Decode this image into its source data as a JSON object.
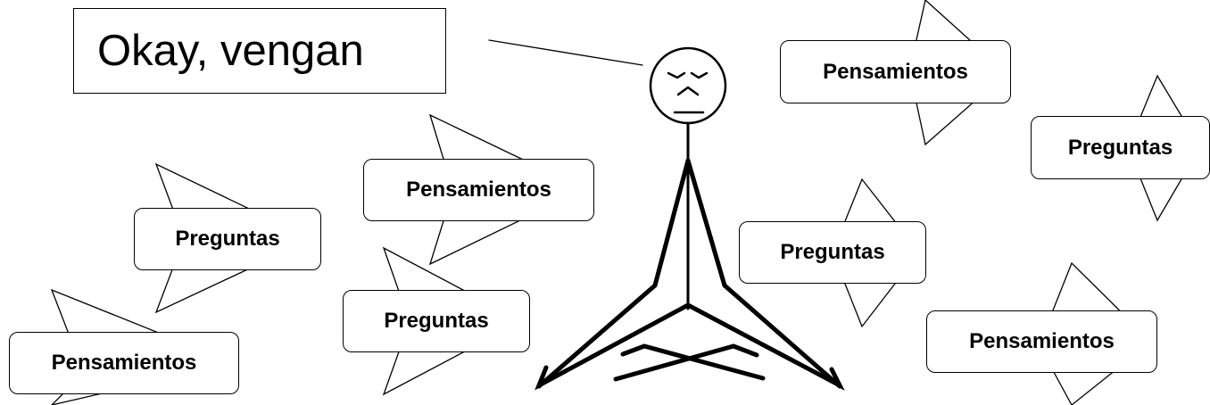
{
  "speech": {
    "text": "Okay, vengan"
  },
  "bubbles": [
    {
      "id": "b1",
      "text": "Pensamientos"
    },
    {
      "id": "b2",
      "text": "Preguntas"
    },
    {
      "id": "b3",
      "text": "Pensamientos"
    },
    {
      "id": "b4",
      "text": "Preguntas"
    },
    {
      "id": "b5",
      "text": "Preguntas"
    },
    {
      "id": "b6",
      "text": "Preguntas"
    },
    {
      "id": "b7",
      "text": "Pensamientos"
    },
    {
      "id": "b8",
      "text": "Pensamientos"
    }
  ],
  "colors": {
    "ink": "#000000",
    "background": "#ffffff"
  }
}
